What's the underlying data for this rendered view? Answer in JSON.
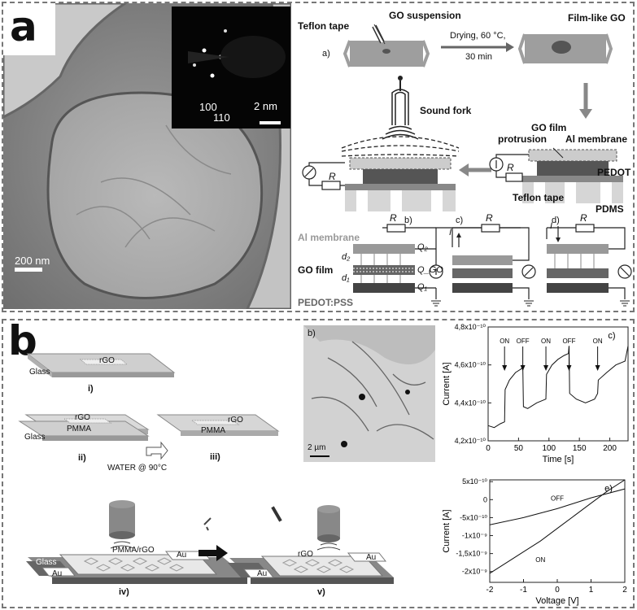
{
  "panel_a": {
    "letter": "a",
    "tem_scalebar": "200 nm",
    "saed_index1": "100",
    "saed_index2": "110",
    "saed_scalebar": "2 nm",
    "sub_a": "a)",
    "teflon_tape": "Teflon tape",
    "go_suspension": "GO suspension",
    "drying_line1": "Drying, 60 °C,",
    "drying_line2": "30 min",
    "film_like_go": "Film-like GO",
    "sound_fork": "Sound fork",
    "go_film": "GO film",
    "al_membrane": "Al membrane",
    "protrusion": "protrusion",
    "pedot": "PEDOT",
    "teflon_tape2": "Teflon tape",
    "pdms": "PDMS",
    "r": "R",
    "sub_b": "b)",
    "sub_c": "c)",
    "sub_d": "d)",
    "al_membrane2": "Al membrane",
    "go_film2": "GO film",
    "pedot_pss": "PEDOT:PSS",
    "q2": "Q₂",
    "qgo": "Q_GO",
    "q1": "Q₁",
    "d2": "d₂",
    "d1": "d₁",
    "i": "I"
  },
  "panel_b": {
    "letter": "b",
    "glass": "Glass",
    "rgo": "rGO",
    "pmma": "PMMA",
    "step_i": "i)",
    "step_ii": "ii)",
    "step_iii": "iii)",
    "step_iv": "iv)",
    "step_v": "v)",
    "water": "WATER @ 90°C",
    "pmma_rgo": "PMMA/rGO",
    "au": "Au",
    "sem_label": "b)",
    "sem_scale": "2 µm"
  },
  "chart_data": [
    {
      "type": "line",
      "panel_label": "c)",
      "xlabel": "Time [s]",
      "ylabel": "Current [A]",
      "xlim": [
        0,
        230
      ],
      "ylim": [
        4.2e-10,
        4.8e-10
      ],
      "x_ticks": [
        "0",
        "50",
        "100",
        "150",
        "200"
      ],
      "y_ticks": [
        "4,2x10⁻¹⁰",
        "4,4x10⁻¹⁰",
        "4,6x10⁻¹⁰",
        "4,8x10⁻¹⁰"
      ],
      "annotations": [
        {
          "text": "ON",
          "x": 27
        },
        {
          "text": "OFF",
          "x": 57
        },
        {
          "text": "ON",
          "x": 95
        },
        {
          "text": "OFF",
          "x": 133
        },
        {
          "text": "ON",
          "x": 180
        }
      ],
      "series": [
        {
          "x": [
            0,
            10,
            20,
            27,
            28,
            35,
            45,
            55,
            57,
            58,
            65,
            80,
            95,
            96,
            105,
            115,
            125,
            132,
            133,
            134,
            145,
            160,
            175,
            180,
            181,
            195,
            210,
            225,
            230
          ],
          "y": [
            4.28e-10,
            4.27e-10,
            4.29e-10,
            4.3e-10,
            4.47e-10,
            4.52e-10,
            4.56e-10,
            4.58e-10,
            4.6e-10,
            4.38e-10,
            4.37e-10,
            4.4e-10,
            4.42e-10,
            4.55e-10,
            4.6e-10,
            4.63e-10,
            4.65e-10,
            4.66e-10,
            4.7e-10,
            4.45e-10,
            4.42e-10,
            4.4e-10,
            4.42e-10,
            4.45e-10,
            4.52e-10,
            4.56e-10,
            4.6e-10,
            4.62e-10,
            4.7e-10
          ]
        }
      ]
    },
    {
      "type": "line",
      "panel_label": "e)",
      "xlabel": "Voltage [V]",
      "ylabel": "Current [A]",
      "xlim": [
        -2,
        2
      ],
      "ylim": [
        -2.3e-09,
        5.5e-10
      ],
      "x_ticks": [
        "-2",
        "-1",
        "0",
        "1",
        "2"
      ],
      "y_ticks": [
        "5x10⁻¹⁰",
        "0",
        "-5x10⁻¹⁰",
        "-1x10⁻⁹",
        "-1,5x10⁻⁹",
        "-2x10⁻⁹"
      ],
      "series": [
        {
          "name": "OFF",
          "x": [
            -2,
            -1,
            0,
            1,
            2
          ],
          "y": [
            -7e-10,
            -5e-10,
            -2.5e-10,
            5e-11,
            3e-10
          ]
        },
        {
          "name": "ON",
          "x": [
            -2,
            -1.5,
            -1,
            -0.5,
            0,
            0.5,
            1,
            1.5,
            2
          ],
          "y": [
            -2.05e-09,
            -1.75e-09,
            -1.45e-09,
            -1.15e-09,
            -8e-10,
            -4.5e-10,
            -1e-10,
            2.5e-10,
            5.5e-10
          ]
        }
      ]
    }
  ]
}
